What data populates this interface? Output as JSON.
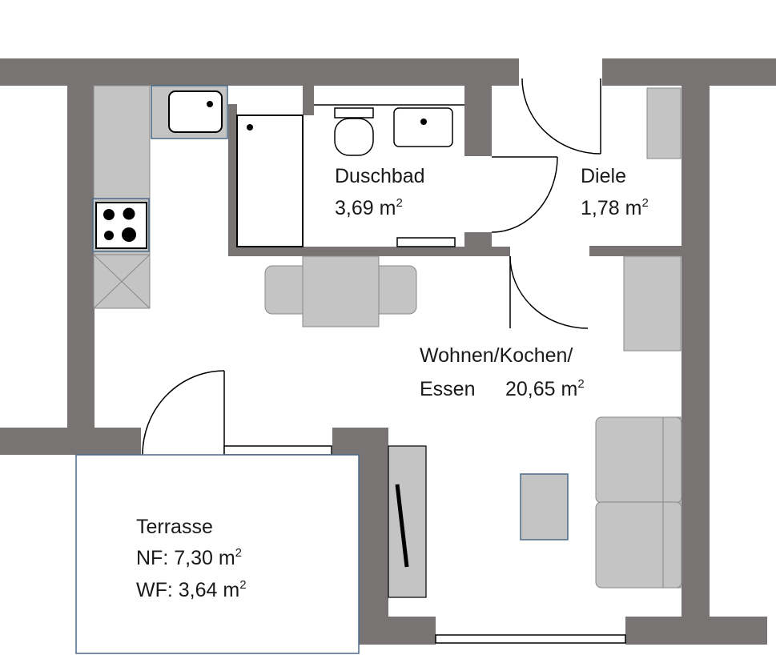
{
  "rooms": {
    "duschbad": {
      "name": "Duschbad",
      "area": "3,69 m",
      "unit_exp": "2"
    },
    "diele": {
      "name": "Diele",
      "area": "1,78 m",
      "unit_exp": "2"
    },
    "wohnen": {
      "name_line1": "Wohnen/Kochen/",
      "name_line2": "Essen",
      "area": "20,65 m",
      "unit_exp": "2"
    },
    "terrasse": {
      "name": "Terrasse",
      "nf": "NF:  7,30 m",
      "wf": "WF: 3,64 m",
      "unit_exp": "2"
    }
  },
  "colors": {
    "wall": "#787474",
    "furniture": "#c4c4c4",
    "furniture_stroke": "#888888",
    "terrace_stroke": "#4a6a8a",
    "line": "#000000"
  }
}
